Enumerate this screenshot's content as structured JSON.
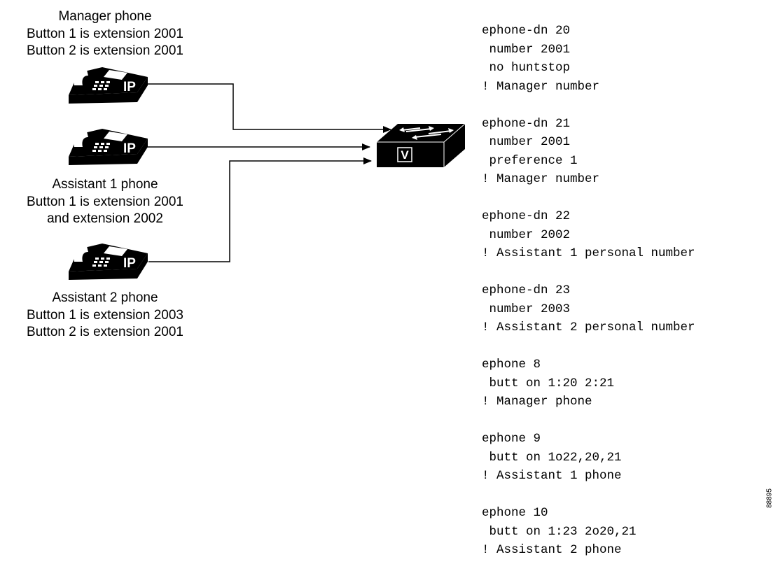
{
  "phones": [
    {
      "id": "manager",
      "caption": [
        "Manager phone",
        "Button 1 is extension 2001",
        "Button 2 is extension 2001"
      ],
      "icon": "ip-phone-icon",
      "icon_label": "IP"
    },
    {
      "id": "assistant-1",
      "caption": [
        "Assistant 1 phone",
        "Button 1 is extension 2001",
        "and extension 2002"
      ],
      "icon": "ip-phone-icon",
      "icon_label": "IP"
    },
    {
      "id": "assistant-2",
      "caption": [
        "Assistant 2 phone",
        "Button 1 is extension 2003",
        "Button 2 is extension 2001"
      ],
      "icon": "ip-phone-icon",
      "icon_label": "IP"
    }
  ],
  "router": {
    "icon": "voice-router-icon",
    "label": "V"
  },
  "config": [
    {
      "lines": [
        "ephone-dn 20",
        " number 2001",
        " no huntstop",
        "! Manager number"
      ]
    },
    {
      "lines": [
        "ephone-dn 21",
        " number 2001",
        " preference 1",
        "! Manager number"
      ]
    },
    {
      "lines": [
        "ephone-dn 22",
        " number 2002",
        "! Assistant 1 personal number"
      ]
    },
    {
      "lines": [
        "ephone-dn 23",
        " number 2003",
        "! Assistant 2 personal number"
      ]
    },
    {
      "lines": [
        "ephone 8",
        " butt on 1:20 2:21",
        "! Manager phone"
      ]
    },
    {
      "lines": [
        "ephone 9",
        " butt on 1o22,20,21",
        "! Assistant 1 phone"
      ]
    },
    {
      "lines": [
        "ephone 10",
        " butt on 1:23 2o20,21",
        "! Assistant 2 phone"
      ]
    }
  ],
  "figure_id": "88895",
  "colors": {
    "ink": "#000000",
    "background": "#ffffff",
    "icon_white": "#ffffff"
  }
}
